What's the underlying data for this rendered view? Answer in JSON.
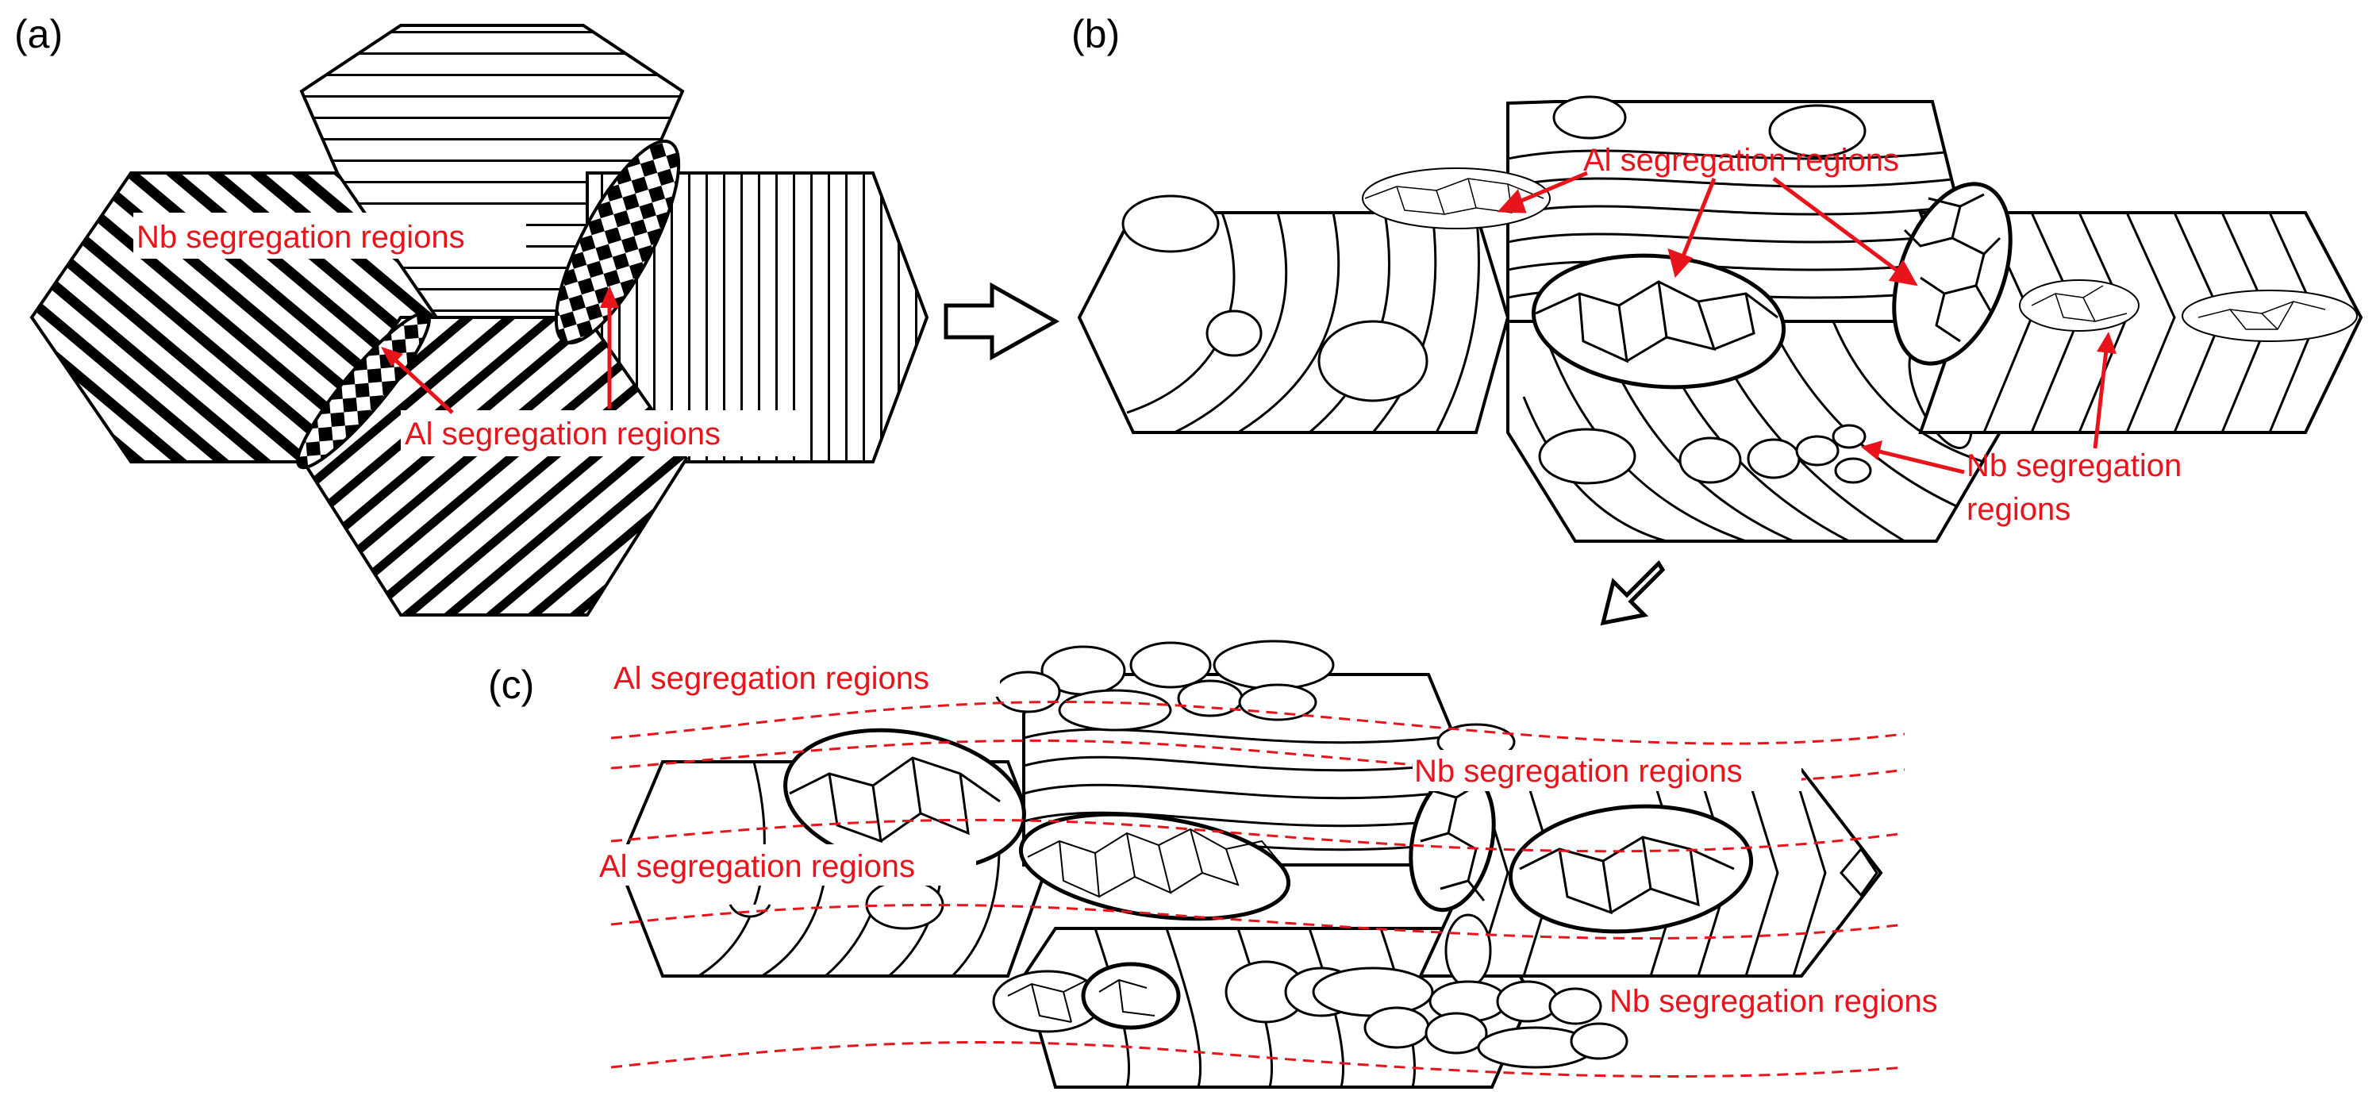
{
  "panels": {
    "a": {
      "letter": "(a)",
      "nb_label": "Nb segregation regions",
      "al_label": "Al segregation regions"
    },
    "b": {
      "letter": "(b)",
      "al_label": "Al segregation regions",
      "nb_label_line1": "Nb segregation",
      "nb_label_line2": "regions"
    },
    "c": {
      "letter": "(c)",
      "al_label_top": "Al segregation regions",
      "al_label_mid": "Al segregation regions",
      "nb_label_top": "Nb segregation regions",
      "nb_label_bottom": "Nb segregation regions"
    }
  },
  "colors": {
    "line": "#000000",
    "annotation": "#e8141b",
    "background": "#ffffff"
  }
}
